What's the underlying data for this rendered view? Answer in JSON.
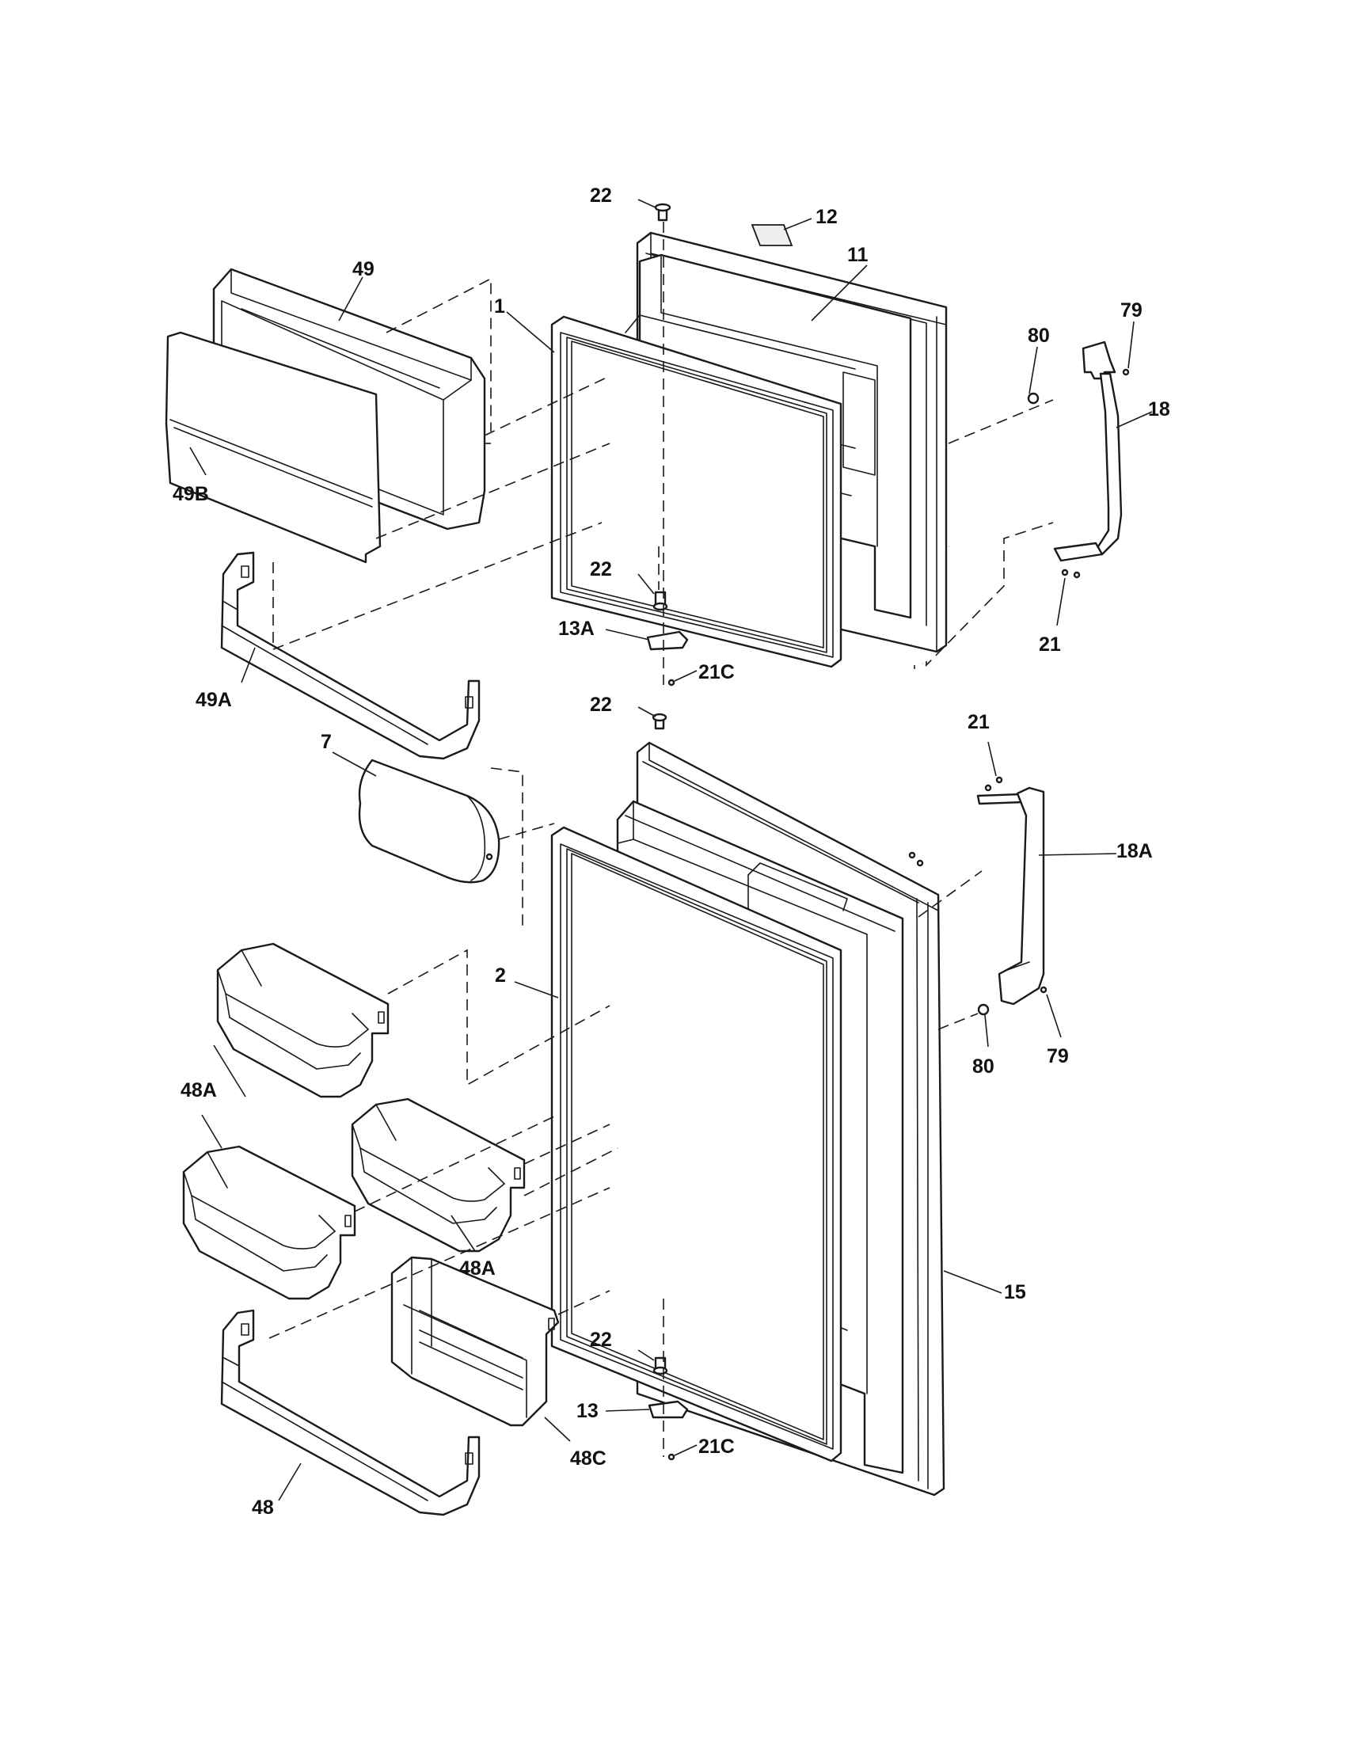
{
  "diagram": {
    "callouts": [
      {
        "id": "c-22-top",
        "text": "22"
      },
      {
        "id": "c-12",
        "text": "12"
      },
      {
        "id": "c-11",
        "text": "11"
      },
      {
        "id": "c-49",
        "text": "49"
      },
      {
        "id": "c-1",
        "text": "1"
      },
      {
        "id": "c-80-top",
        "text": "80"
      },
      {
        "id": "c-79-top",
        "text": "79"
      },
      {
        "id": "c-18",
        "text": "18"
      },
      {
        "id": "c-49B",
        "text": "49B"
      },
      {
        "id": "c-22-mid",
        "text": "22"
      },
      {
        "id": "c-13A",
        "text": "13A"
      },
      {
        "id": "c-21C-top",
        "text": "21C"
      },
      {
        "id": "c-21-top",
        "text": "21"
      },
      {
        "id": "c-49A",
        "text": "49A"
      },
      {
        "id": "c-22-lower",
        "text": "22"
      },
      {
        "id": "c-21-lower",
        "text": "21"
      },
      {
        "id": "c-7",
        "text": "7"
      },
      {
        "id": "c-18A",
        "text": "18A"
      },
      {
        "id": "c-2",
        "text": "2"
      },
      {
        "id": "c-80-lower",
        "text": "80"
      },
      {
        "id": "c-79-lower",
        "text": "79"
      },
      {
        "id": "c-48A-left",
        "text": "48A"
      },
      {
        "id": "c-48A-right",
        "text": "48A"
      },
      {
        "id": "c-15",
        "text": "15"
      },
      {
        "id": "c-22-bottom",
        "text": "22"
      },
      {
        "id": "c-13",
        "text": "13"
      },
      {
        "id": "c-48C",
        "text": "48C"
      },
      {
        "id": "c-21C-bottom",
        "text": "21C"
      },
      {
        "id": "c-48",
        "text": "48"
      }
    ]
  }
}
